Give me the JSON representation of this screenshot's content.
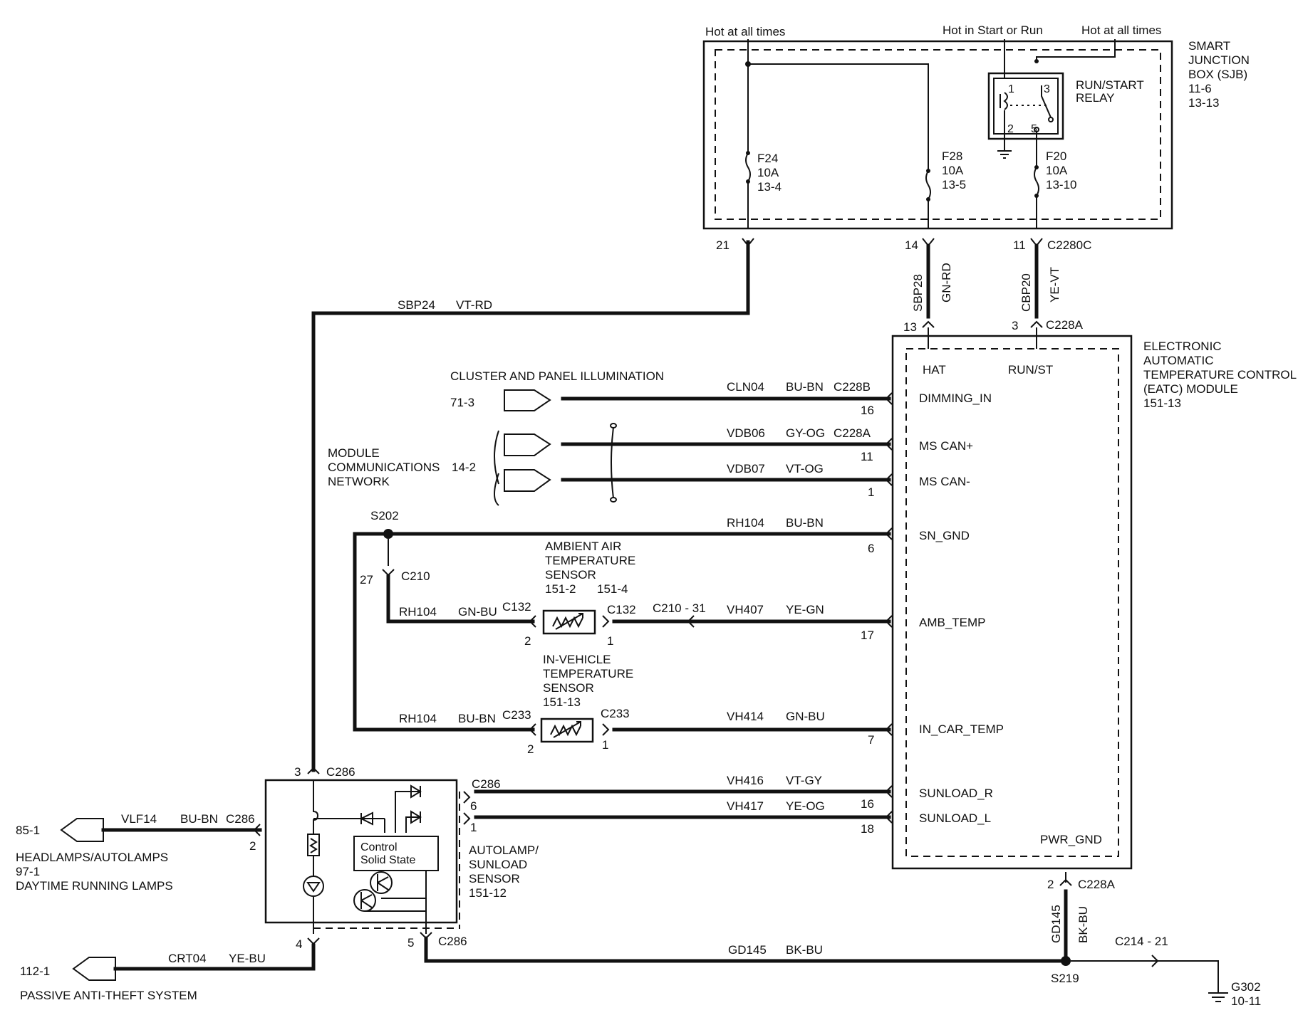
{
  "sjb": {
    "title": [
      "SMART",
      "JUNCTION",
      "BOX (SJB)",
      "11-6",
      "13-13"
    ],
    "hot_left": "Hot at all times",
    "hot_start_run": "Hot in Start or Run",
    "hot_right": "Hot at all times",
    "relay": {
      "label": [
        "RUN/START",
        "RELAY"
      ],
      "pins": [
        "1",
        "3",
        "2",
        "5"
      ]
    },
    "fuses": [
      {
        "name": "F24",
        "rating": "10A",
        "ref": "13-4",
        "pin": "21"
      },
      {
        "name": "F28",
        "rating": "10A",
        "ref": "13-5",
        "pin": "14"
      },
      {
        "name": "F20",
        "rating": "10A",
        "ref": "13-10",
        "pin": "11"
      }
    ],
    "connector": "C2280C"
  },
  "eatc": {
    "title": [
      "ELECTRONIC",
      "AUTOMATIC",
      "TEMPERATURE CONTROL",
      "(EATC) MODULE",
      "151-13"
    ],
    "pins_top": [
      "HAT",
      "RUN/ST"
    ],
    "connector_top": "C228A",
    "pin_top_left": "13",
    "pin_top_right": "3",
    "pins": [
      "DIMMING_IN",
      "MS CAN+",
      "MS CAN-",
      "SN_GND",
      "AMB_TEMP",
      "IN_CAR_TEMP",
      "SUNLOAD_R",
      "SUNLOAD_L",
      "PWR_GND"
    ]
  },
  "wires": {
    "sbp24": {
      "circuit": "SBP24",
      "color": "VT-RD"
    },
    "sbp28": {
      "circuit": "SBP28",
      "color": "GN-RD"
    },
    "cbp20": {
      "circuit": "CBP20",
      "color": "YE-VT"
    },
    "cln04": {
      "circuit": "CLN04",
      "color": "BU-BN",
      "connector": "C228B",
      "pin": "16"
    },
    "vdb06": {
      "circuit": "VDB06",
      "color": "GY-OG",
      "connector": "C228A",
      "pin": "11"
    },
    "vdb07": {
      "circuit": "VDB07",
      "color": "VT-OG",
      "pin": "1"
    },
    "rh104_top": {
      "circuit": "RH104",
      "color": "BU-BN",
      "pin": "6"
    },
    "rh104_amb": {
      "circuit": "RH104",
      "color": "GN-BU"
    },
    "vh407": {
      "circuit": "VH407",
      "color": "YE-GN",
      "pin": "17"
    },
    "rh104_in": {
      "circuit": "RH104",
      "color": "BU-BN"
    },
    "vh414": {
      "circuit": "VH414",
      "color": "GN-BU",
      "pin": "7"
    },
    "vh416": {
      "circuit": "VH416",
      "color": "VT-GY",
      "pin": "16"
    },
    "vh417": {
      "circuit": "VH417",
      "color": "YE-OG",
      "pin": "18"
    },
    "vlf14": {
      "circuit": "VLF14",
      "color": "BU-BN",
      "connector": "C286",
      "pin": "2"
    },
    "crt04": {
      "circuit": "CRT04",
      "color": "YE-BU"
    },
    "gd145_v": {
      "circuit": "GD145",
      "color": "BK-BU"
    },
    "gd145_h": {
      "circuit": "GD145",
      "color": "BK-BU"
    }
  },
  "labels": {
    "cluster": "CLUSTER AND PANEL ILLUMINATION",
    "cluster_ref": "71-3",
    "mcn": [
      "MODULE",
      "COMMUNICATIONS",
      "NETWORK"
    ],
    "mcn_ref": "14-2",
    "s202": "S202",
    "c210": "C210",
    "c210_pin": "27",
    "ambient": [
      "AMBIENT AIR",
      "TEMPERATURE",
      "SENSOR"
    ],
    "ambient_refs": [
      "151-2",
      "151-4"
    ],
    "amb_c132_left": "C132",
    "amb_c132_right": "C132",
    "amb_pin_left": "2",
    "amb_pin_right": "1",
    "c210_31": "C210  -  31",
    "invehicle": [
      "IN-VEHICLE",
      "TEMPERATURE",
      "SENSOR",
      "151-13"
    ],
    "in_c233_left": "C233",
    "in_c233_right": "C233",
    "in_pin_left": "2",
    "in_pin_right": "1",
    "c286_top_pin": "3",
    "c286_top": "C286",
    "c286_right": "C286",
    "c286_right_pins": [
      "6",
      "1"
    ],
    "control": [
      "Control",
      "Solid State"
    ],
    "autolamp": [
      "AUTOLAMP/",
      "SUNLOAD",
      "SENSOR",
      "151-12"
    ],
    "c286_b4": "4",
    "c286_b5": "5",
    "c286_bottom": "C286",
    "headlamps_ref": "85-1",
    "headlamps": "HEADLAMPS/AUTOLAMPS",
    "drl_ref": "97-1",
    "drl": "DAYTIME RUNNING LAMPS",
    "pats_ref": "112-1",
    "pats": "PASSIVE ANTI-THEFT SYSTEM",
    "c228a_bottom_pin": "2",
    "c228a_bottom": "C228A",
    "s219": "S219",
    "c214": "C214  -  21",
    "g302": "G302",
    "g302_ref": "10-11"
  }
}
